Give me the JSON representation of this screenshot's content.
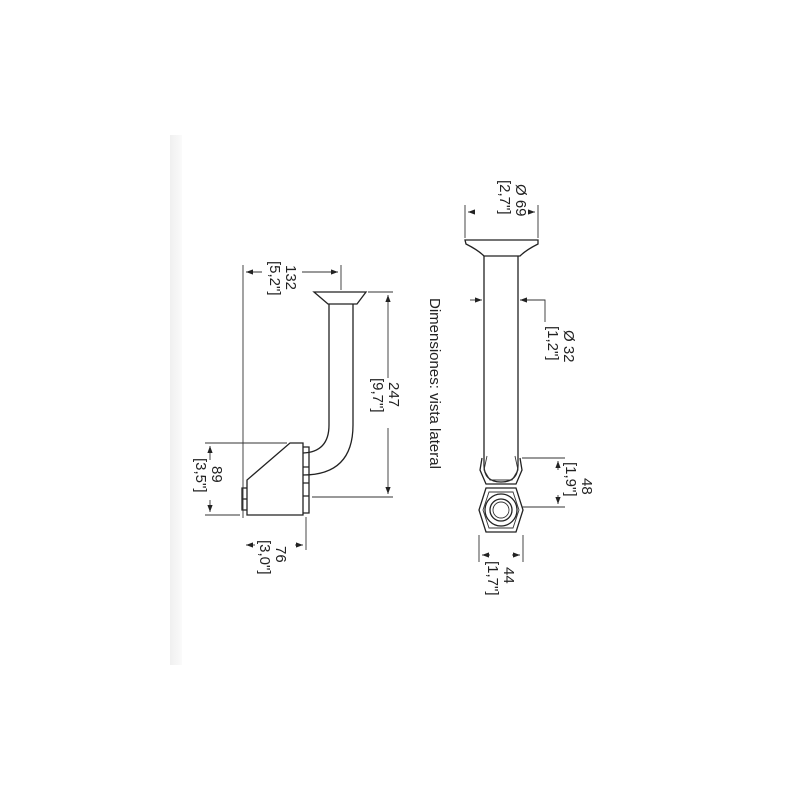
{
  "caption": "Dimensiones: vista lateral",
  "side_view": {
    "width_top": {
      "mm": "132",
      "in": "[5,2\"]"
    },
    "height": {
      "mm": "247",
      "in": "[9,7\"]"
    },
    "box_height": {
      "mm": "89",
      "in": "[3,5\"]"
    },
    "box_depth": {
      "mm": "76",
      "in": "[3,0\"]"
    }
  },
  "front_view": {
    "flange_diameter": {
      "mm": "Ø 69",
      "in": "[2,7\"]"
    },
    "pipe_diameter": {
      "mm": "Ø 32",
      "in": "[1,2\"]"
    },
    "nut_height": {
      "mm": "48",
      "in": "[1,9\"]"
    },
    "body_width": {
      "mm": "44",
      "in": "[1,7\"]"
    }
  }
}
